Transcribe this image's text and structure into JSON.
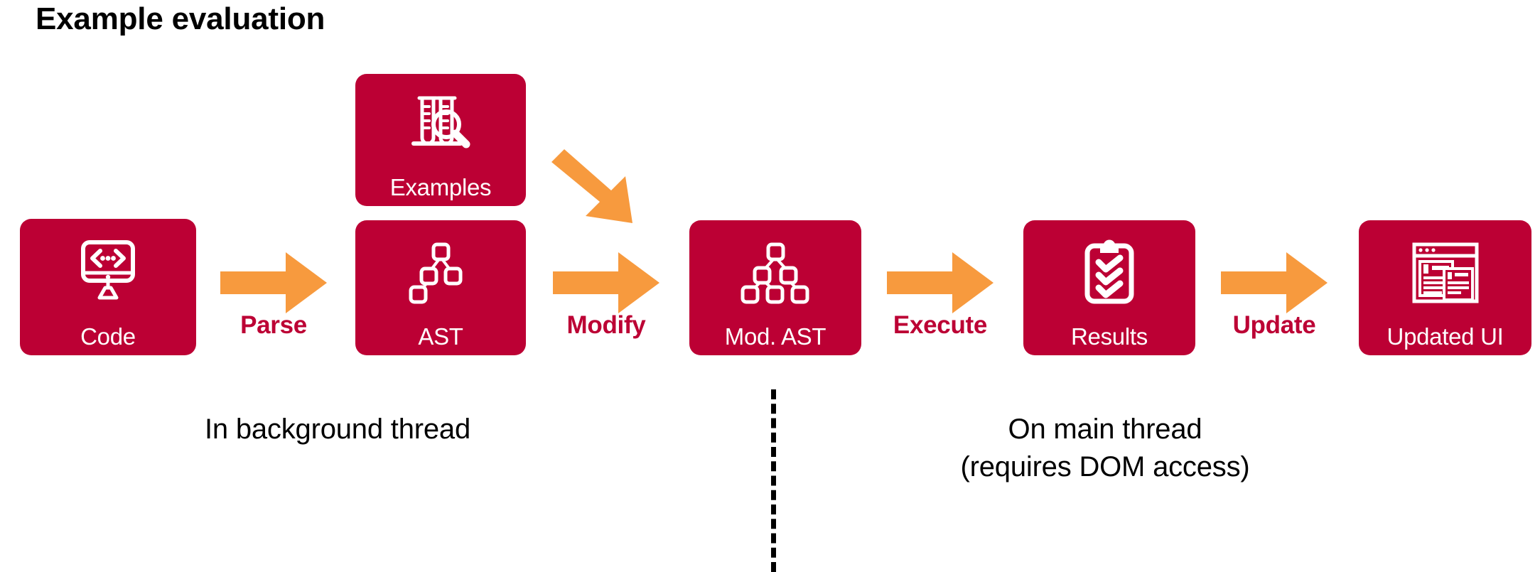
{
  "page": {
    "title": "Example evaluation",
    "background": "#FFFFFF"
  },
  "colors": {
    "node_fill": "#BC0034",
    "node_text": "#FFFFFF",
    "arrow": "#F79A3E",
    "arrow_label": "#BC0034",
    "annotation_text": "#000000",
    "divider": "#000000"
  },
  "pipeline": {
    "nodes": [
      {
        "id": "code",
        "label": "Code",
        "icon": "monitor-code-icon"
      },
      {
        "id": "examples",
        "label": "Examples",
        "icon": "test-tubes-magnifier-icon"
      },
      {
        "id": "ast",
        "label": "AST",
        "icon": "tree-nodes-icon"
      },
      {
        "id": "mod-ast",
        "label": "Mod. AST",
        "icon": "tree-nodes-expanded-icon"
      },
      {
        "id": "results",
        "label": "Results",
        "icon": "clipboard-checks-icon"
      },
      {
        "id": "updated-ui",
        "label": "Updated UI",
        "icon": "browser-window-icon"
      }
    ],
    "arrows": [
      {
        "id": "parse",
        "label": "Parse",
        "from": "code",
        "to": "ast",
        "direction": "right"
      },
      {
        "id": "modify",
        "label": "Modify",
        "from": "ast",
        "to": "mod-ast",
        "direction": "right"
      },
      {
        "id": "execute",
        "label": "Execute",
        "from": "mod-ast",
        "to": "results",
        "direction": "right"
      },
      {
        "id": "update",
        "label": "Update",
        "from": "results",
        "to": "updated-ui",
        "direction": "right"
      },
      {
        "id": "examples-feed",
        "label": "",
        "from": "examples",
        "to": "mod-ast",
        "direction": "diagonal-down-right"
      }
    ]
  },
  "annotations": {
    "background_thread": "In background thread",
    "main_thread_line1": "On main thread",
    "main_thread_line2": "(requires DOM access)"
  }
}
